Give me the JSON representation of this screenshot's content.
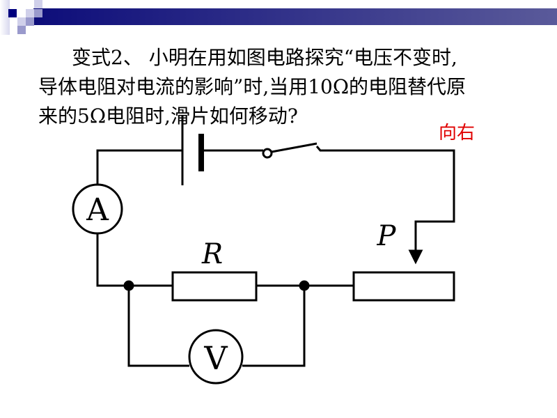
{
  "question": {
    "line1": "变式2、 小明在用如图电路探究“电压不变时,",
    "line2": "导体电阻对电流的影响”时,当用10Ω的电阻替代原",
    "line3": "来的5Ω电阻时,滑片如何移动?"
  },
  "answer": "向右",
  "circuit": {
    "ammeter_label": "A",
    "voltmeter_label": "V",
    "resistor_label": "R",
    "slider_label": "P"
  },
  "colors": {
    "header_bar": "#0d0d7a",
    "answer": "#e00000"
  }
}
